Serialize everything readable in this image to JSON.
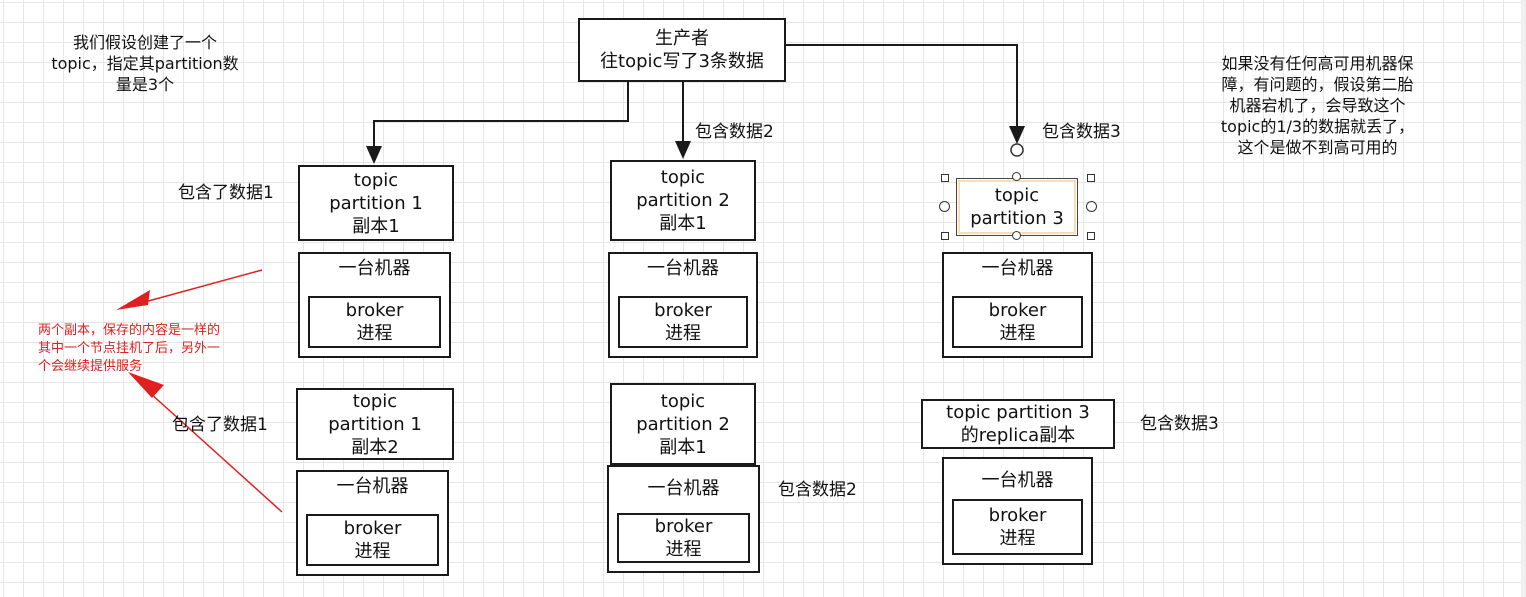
{
  "notes": {
    "top_left": [
      "我们假设创建了一个",
      "topic，指定其partition数",
      "量是3个"
    ],
    "top_right": [
      "如果没有任何高可用机器保",
      "障，有问题的，假设第二胎",
      "机器宕机了，会导致这个",
      "topic的1/3的数据就丢了，",
      "这个是做不到高可用的"
    ],
    "red_note": [
      "两个副本，保存的内容是一样的",
      "其中一个节点挂机了后，另外一",
      "个会继续提供服务"
    ]
  },
  "producer": {
    "line1": "生产者",
    "line2": "往topic写了3条数据"
  },
  "edge_labels": {
    "data2": "包含数据2",
    "data3": "包含数据3"
  },
  "columns": [
    {
      "leader": [
        "topic",
        "partition 1",
        "副本1"
      ],
      "leader_label": "包含了数据1",
      "leader_machine": {
        "title": "一台机器",
        "broker": [
          "broker",
          "进程"
        ]
      },
      "replica": [
        "topic",
        "partition 1",
        "副本2"
      ],
      "replica_label": "包含了数据1",
      "replica_machine": {
        "title": "一台机器",
        "broker": [
          "broker",
          "进程"
        ]
      }
    },
    {
      "leader": [
        "topic",
        "partition 2",
        "副本1"
      ],
      "leader_machine": {
        "title": "一台机器",
        "broker": [
          "broker",
          "进程"
        ]
      },
      "replica": [
        "topic",
        "partition 2",
        "副本1"
      ],
      "replica_label": "包含数据2",
      "replica_machine": {
        "title": "一台机器",
        "broker": [
          "broker",
          "进程"
        ]
      }
    },
    {
      "leader": [
        "topic",
        "partition 3"
      ],
      "leader_machine": {
        "title": "一台机器",
        "broker": [
          "broker",
          "进程"
        ]
      },
      "replica": [
        "topic partition 3",
        "的replica副本"
      ],
      "replica_label": "包含数据3",
      "replica_machine": {
        "title": "一台机器",
        "broker": [
          "broker",
          "进程"
        ]
      }
    }
  ],
  "colors": {
    "stroke": "#1a1a1a",
    "annotation_red": "#e02020",
    "grid": "#e6e6e6",
    "selection": "#f5deb3"
  }
}
